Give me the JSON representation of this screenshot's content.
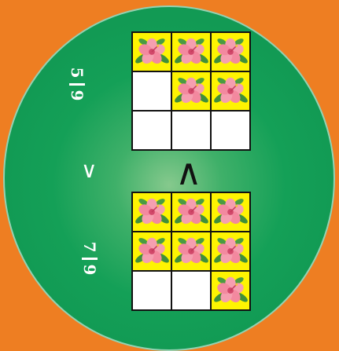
{
  "colors": {
    "background": "#ee7e22",
    "board": "#14a057",
    "filled_cell": "#fef402",
    "empty_cell": "#ffffff"
  },
  "top_fraction": {
    "numerator": "5",
    "denominator": "9",
    "cells": [
      true,
      true,
      true,
      false,
      true,
      true,
      false,
      false,
      false
    ]
  },
  "bottom_fraction": {
    "numerator": "7",
    "denominator": "9",
    "cells": [
      true,
      true,
      true,
      true,
      true,
      true,
      false,
      false,
      true
    ]
  },
  "comparison": {
    "center_sign": "∧",
    "left_sign": "∨"
  },
  "icons": {
    "filled_cell_icon": "hibiscus-flower-icon"
  }
}
